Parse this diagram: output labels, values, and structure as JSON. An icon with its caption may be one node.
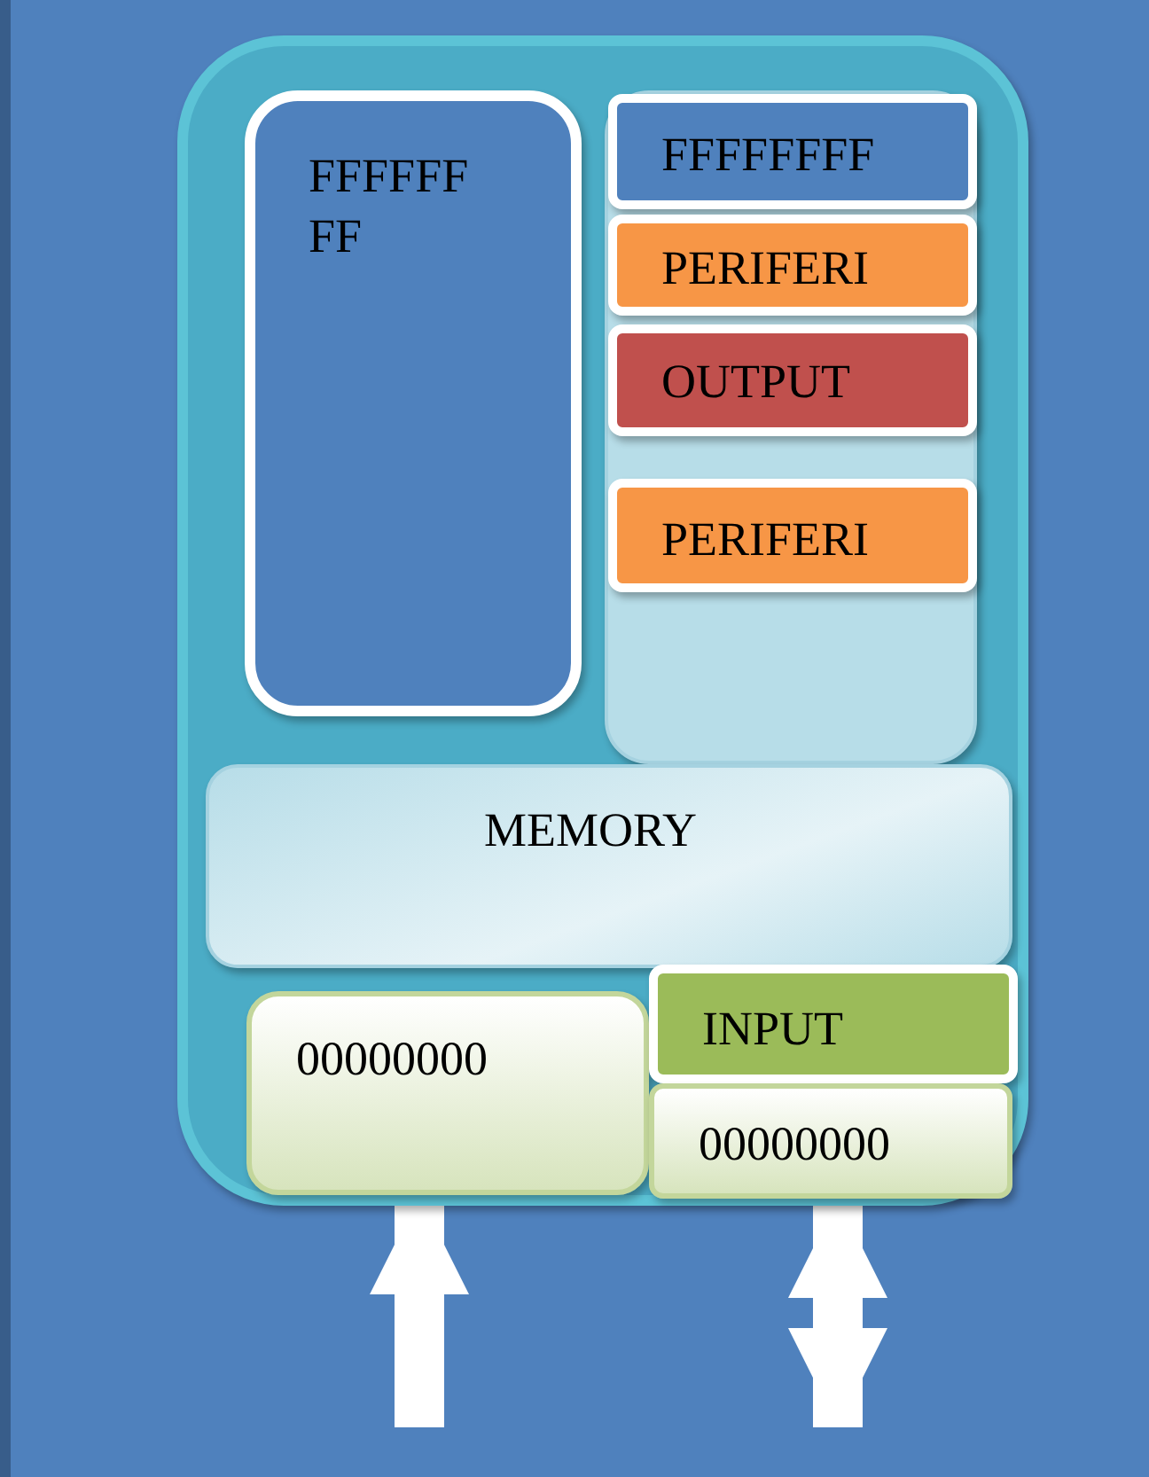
{
  "diagram": {
    "nodes": [
      {
        "text": [],
        "shape": "box"
      },
      {
        "text": [
          "FFFFFF FF"
        ],
        "in": 0
      },
      {
        "text": [],
        "shape": "box",
        "in": 0
      },
      {
        "text": [
          "FFFFFFFF"
        ],
        "in": 2
      },
      {
        "text": [
          "PERIFERI"
        ],
        "in": 2
      },
      {
        "text": [
          "OUTPUT"
        ],
        "in": 2
      },
      {
        "text": [
          "PERIFERI"
        ],
        "in": 2
      },
      {
        "text": [
          "MEMORY"
        ],
        "in": 0
      },
      {
        "text": [
          "00000000"
        ],
        "in": 0
      },
      {
        "text": [
          "INPUT"
        ],
        "in": 0
      },
      {
        "text": [
          "00000000"
        ],
        "in": 0
      }
    ],
    "edges": [
      {
        "from": null,
        "to": 8,
        "arrow": "to"
      },
      {
        "from": null,
        "to": 10,
        "arrow": "both"
      }
    ]
  }
}
